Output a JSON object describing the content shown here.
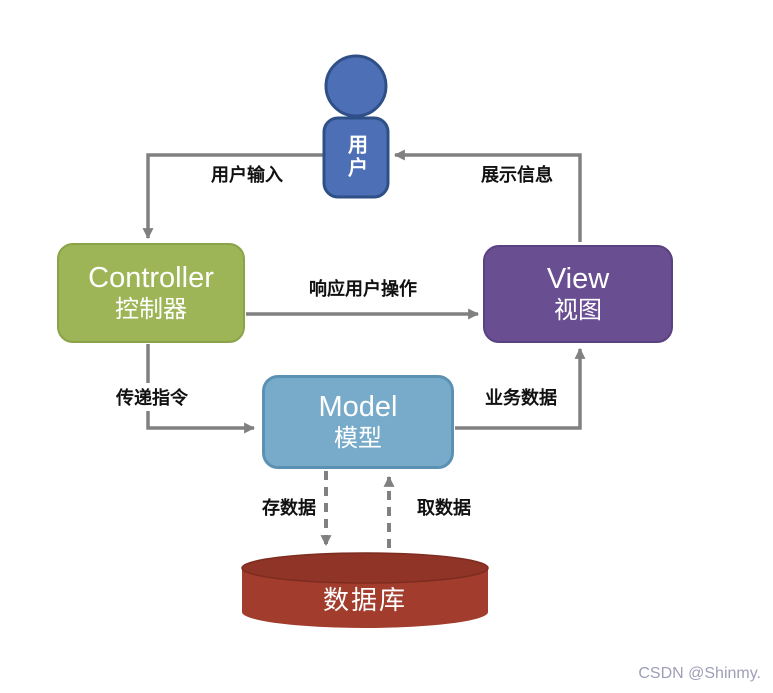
{
  "nodes": {
    "user": {
      "label": "用户"
    },
    "controller": {
      "title": "Controller",
      "subtitle": "控制器"
    },
    "view": {
      "title": "View",
      "subtitle": "视图"
    },
    "model": {
      "title": "Model",
      "subtitle": "模型"
    },
    "database": {
      "label": "数据库"
    }
  },
  "edges": {
    "user_input": "用户输入",
    "display_info": "展示信息",
    "respond": "响应用户操作",
    "send_command": "传递指令",
    "business_data": "业务数据",
    "store_data": "存数据",
    "read_data": "取数据"
  },
  "watermark": "CSDN @Shinmy.",
  "colors": {
    "user_fill": "#4d6fb5",
    "user_stroke": "#2f4f87",
    "controller": "#9db557",
    "view": "#6a4e92",
    "model": "#77abc9",
    "database": "#a23c2d",
    "database_top": "#8f3426",
    "arrow": "#808080"
  }
}
